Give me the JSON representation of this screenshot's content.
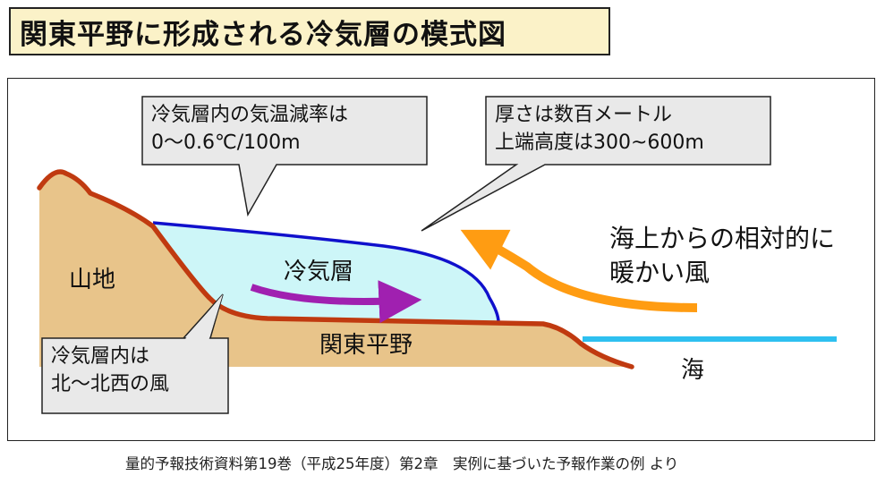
{
  "title": "関東平野に形成される冷気層の模式図",
  "labels": {
    "mountain": "山地",
    "cold_layer": "冷気層",
    "kanto_plain": "関東平野",
    "sea": "海",
    "sea_wind_line1": "海上からの相対的に",
    "sea_wind_line2": "暖かい風"
  },
  "callouts": {
    "lapse_rate": {
      "line1": "冷気層内の気温減率は",
      "line2": "0〜0.6℃/100m"
    },
    "thickness": {
      "line1": "厚さは数百メートル",
      "line2": "上端高度は300~600m"
    },
    "wind": {
      "line1": "冷気層内は",
      "line2": "北〜北西の風"
    }
  },
  "source": "量的予報技術資料第19巻（平成25年度）第2章　実例に基づいた予報作業の例 より",
  "colors": {
    "land": "#e8c48a",
    "cold_air": "#cdf6f8",
    "cold_air_edge": "#1010cc",
    "terrain_outline": "#c03a10",
    "cold_flow_arrow": "#a020b0",
    "warm_wind_arrow": "#ff9c12",
    "sea_line": "#2ec0f0",
    "callout_fill": "#e9e9e9",
    "title_fill": "#fbf2c8"
  }
}
